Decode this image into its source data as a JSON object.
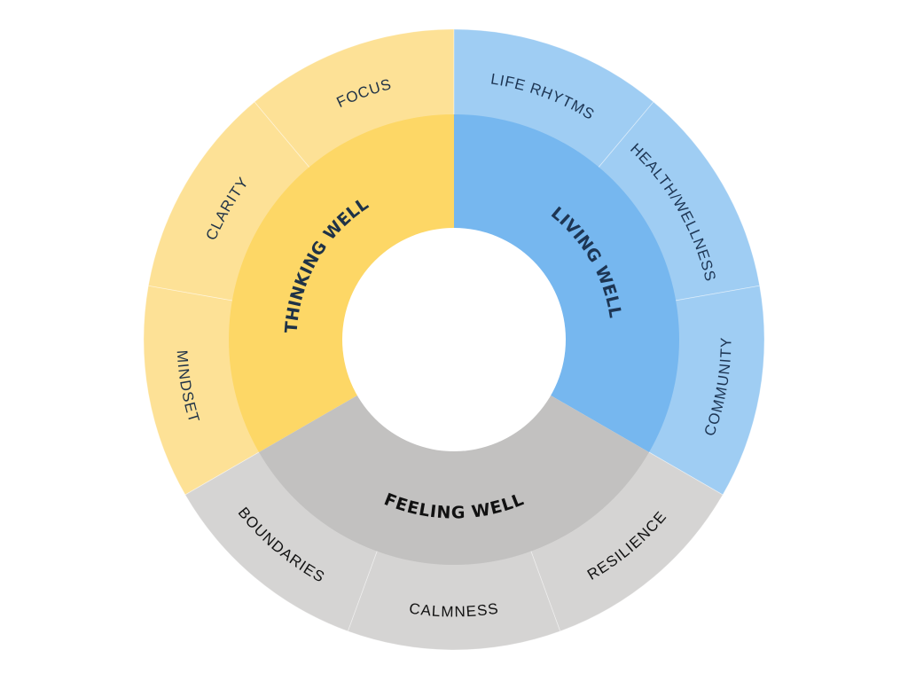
{
  "diagram": {
    "type": "sunburst",
    "categories": [
      {
        "name": "THINKING WELL",
        "inner_color": "#fdd766",
        "outer_color": "#fde196",
        "text_color": "#1f3247",
        "children": [
          "MINDSET",
          "CLARITY",
          "FOCUS"
        ]
      },
      {
        "name": "LIVING WELL",
        "inner_color": "#76b7ef",
        "outer_color": "#9fcdf3",
        "text_color": "#1d3553",
        "children": [
          "LIFE RHYTMS",
          "HEALTH/WELLNESS",
          "COMMUNITY"
        ]
      },
      {
        "name": "FEELING WELL",
        "inner_color": "#c2c1c0",
        "outer_color": "#d5d4d3",
        "text_color": "#111111",
        "children": [
          "RESILIENCE",
          "CALMNESS",
          "BOUNDARIES"
        ]
      }
    ]
  }
}
